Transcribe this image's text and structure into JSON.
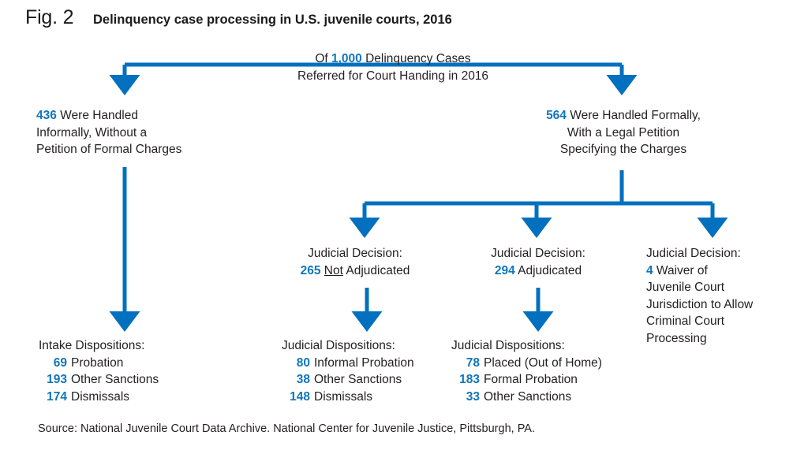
{
  "figure": {
    "label": "Fig. 2",
    "title": "Delinquency case processing in U.S. juvenile courts, 2016",
    "source": "Source: National Juvenile Court Data Archive. National Center for Juvenile Justice, Pittsburgh, PA.",
    "accent_color": "#0070bf",
    "number_color": "#1175bb",
    "text_color": "#231f20"
  },
  "root": {
    "line1_pre": "Of ",
    "line1_num": "1,000",
    "line1_post": " Delinquency Cases",
    "line2": "Referred for Court Handing in 2016"
  },
  "branches": {
    "informal": {
      "num": "436",
      "line1_post": " Were Handled",
      "line2": "Informally, Without a",
      "line3": "Petition of Formal Charges"
    },
    "formal": {
      "num": "564",
      "line1_post": " Were Handled Formally,",
      "line2": "With a Legal Petition",
      "line3": "Specifying the Charges"
    }
  },
  "decisions": [
    {
      "heading": "Judicial Decision:",
      "num": "265",
      "mid_underline": "Not",
      "tail": " Adjudicated",
      "extra_lines": []
    },
    {
      "heading": "Judicial Decision:",
      "num": "294",
      "mid_underline": "",
      "tail": " Adjudicated",
      "extra_lines": []
    },
    {
      "heading": "Judicial Decision:",
      "num": "4",
      "mid_underline": "",
      "tail": " Waiver of",
      "extra_lines": [
        "Juvenile Court",
        "Jurisdiction to Allow",
        "Criminal Court",
        "Processing"
      ]
    }
  ],
  "dispositions": [
    {
      "heading": "Intake Dispositions:",
      "rows": [
        {
          "num": "69",
          "label": "Probation"
        },
        {
          "num": "193",
          "label": "Other Sanctions"
        },
        {
          "num": "174",
          "label": "Dismissals"
        }
      ]
    },
    {
      "heading": "Judicial Dispositions:",
      "rows": [
        {
          "num": "80",
          "label": "Informal Probation"
        },
        {
          "num": "38",
          "label": "Other Sanctions"
        },
        {
          "num": "148",
          "label": "Dismissals"
        }
      ]
    },
    {
      "heading": "Judicial Dispositions:",
      "rows": [
        {
          "num": "78",
          "label": "Placed (Out of Home)"
        },
        {
          "num": "183",
          "label": "Formal Probation"
        },
        {
          "num": "33",
          "label": "Other Sanctions"
        }
      ]
    }
  ],
  "chart_data": {
    "type": "diagram",
    "title": "Delinquency case processing in U.S. juvenile courts, 2016",
    "units": "cases per 1,000 referred",
    "nodes": [
      {
        "id": "root",
        "label": "Of 1,000 Delinquency Cases Referred for Court Handing in 2016",
        "value": 1000
      },
      {
        "id": "informal",
        "label": "Were Handled Informally, Without a Petition of Formal Charges",
        "value": 436
      },
      {
        "id": "formal",
        "label": "Were Handled Formally, With a Legal Petition Specifying the Charges",
        "value": 564
      },
      {
        "id": "not_adjudicated",
        "label": "Judicial Decision: Not Adjudicated",
        "value": 265
      },
      {
        "id": "adjudicated",
        "label": "Judicial Decision: Adjudicated",
        "value": 294
      },
      {
        "id": "waiver",
        "label": "Judicial Decision: Waiver of Juvenile Court Jurisdiction to Allow Criminal Court Processing",
        "value": 4
      },
      {
        "id": "intake_probation",
        "label": "Intake Dispositions: Probation",
        "value": 69
      },
      {
        "id": "intake_other",
        "label": "Intake Dispositions: Other Sanctions",
        "value": 193
      },
      {
        "id": "intake_dismissals",
        "label": "Intake Dispositions: Dismissals",
        "value": 174
      },
      {
        "id": "na_informal_probation",
        "label": "Judicial Dispositions: Informal Probation",
        "value": 80
      },
      {
        "id": "na_other",
        "label": "Judicial Dispositions: Other Sanctions",
        "value": 38
      },
      {
        "id": "na_dismissals",
        "label": "Judicial Dispositions: Dismissals",
        "value": 148
      },
      {
        "id": "adj_placed",
        "label": "Judicial Dispositions: Placed (Out of Home)",
        "value": 78
      },
      {
        "id": "adj_formal_probation",
        "label": "Judicial Dispositions: Formal Probation",
        "value": 183
      },
      {
        "id": "adj_other",
        "label": "Judicial Dispositions: Other Sanctions",
        "value": 33
      }
    ],
    "edges": [
      {
        "from": "root",
        "to": "informal"
      },
      {
        "from": "root",
        "to": "formal"
      },
      {
        "from": "formal",
        "to": "not_adjudicated"
      },
      {
        "from": "formal",
        "to": "adjudicated"
      },
      {
        "from": "formal",
        "to": "waiver"
      },
      {
        "from": "informal",
        "to": "intake_probation"
      },
      {
        "from": "informal",
        "to": "intake_other"
      },
      {
        "from": "informal",
        "to": "intake_dismissals"
      },
      {
        "from": "not_adjudicated",
        "to": "na_informal_probation"
      },
      {
        "from": "not_adjudicated",
        "to": "na_other"
      },
      {
        "from": "not_adjudicated",
        "to": "na_dismissals"
      },
      {
        "from": "adjudicated",
        "to": "adj_placed"
      },
      {
        "from": "adjudicated",
        "to": "adj_formal_probation"
      },
      {
        "from": "adjudicated",
        "to": "adj_other"
      }
    ]
  }
}
